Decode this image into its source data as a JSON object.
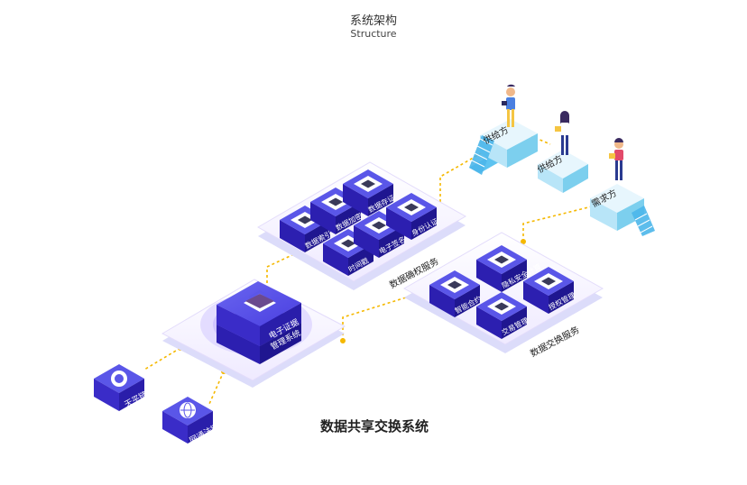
{
  "header": {
    "title": "系统架构",
    "subtitle": "Structure"
  },
  "system_name": "数据共享交换系统",
  "center_block": {
    "label_line1": "电子证据",
    "label_line2": "管理系统"
  },
  "chains": {
    "tianping": "天平链",
    "wangtong": "网通法链"
  },
  "auth_platform": {
    "name": "数据确权服务",
    "modules": [
      "数据索引",
      "数据加密",
      "数据存证",
      "时间戳",
      "电子签名",
      "身份认证"
    ]
  },
  "exchange_platform": {
    "name": "数据交换服务",
    "modules": [
      "智能合约",
      "隐私安全计算",
      "交易管理",
      "授权管理"
    ]
  },
  "parties": {
    "supplier1": "供给方",
    "supplier2": "供给方",
    "demander": "需求方"
  },
  "colors": {
    "block_top": "#5a56e8",
    "block_side": "#2c1fb0",
    "block_dark": "#1f1690",
    "icon_face": "#ffffff",
    "platform_top": "#f3f0ff",
    "platform_side": "#dcdcfa",
    "connector": "#f5b800",
    "stair": "#5dc3f0",
    "tower": "#9cd8f5"
  }
}
